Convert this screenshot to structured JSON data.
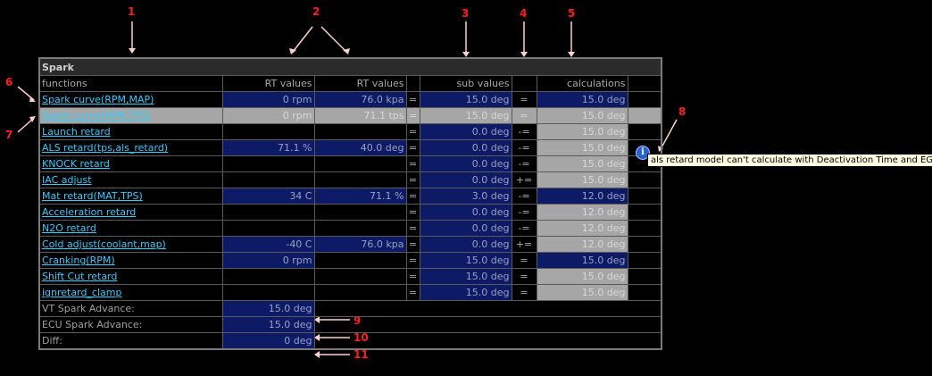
{
  "callouts": [
    "1",
    "2",
    "3",
    "4",
    "5",
    "6",
    "7",
    "8",
    "9",
    "10",
    "11"
  ],
  "table": {
    "title": "Spark",
    "headers": [
      "functions",
      "RT values",
      "RT values",
      "sub values",
      "calculations"
    ],
    "rows": [
      {
        "label": "Spark curve(RPM,MAP)",
        "link": true,
        "rt1": "0 rpm",
        "rt2": "76.0 kpa",
        "eq": "=",
        "sub": "15.0 deg",
        "op": "=",
        "calc": "15.0 deg",
        "c1": "blue",
        "c2": "blue",
        "cs": "blue",
        "cc": "blue"
      },
      {
        "label": "Spark curve(RPM,TPS)",
        "link": true,
        "rt1": "0 rpm",
        "rt2": "71.1 tps",
        "eq": "=",
        "sub": "15.0 deg",
        "op": "=",
        "calc": "15.0 deg",
        "sel": true
      },
      {
        "label": "Launch retard",
        "link": true,
        "rt1": "",
        "rt2": "",
        "eq": "=",
        "sub": "0.0 deg",
        "op": "-=",
        "calc": "15.0 deg",
        "c1": "",
        "c2": "",
        "cs": "blue",
        "cc": "gray"
      },
      {
        "label": "ALS retard(tps,als_retard)",
        "link": true,
        "rt1": "71.1 %",
        "rt2": "40.0 deg",
        "eq": "=",
        "sub": "0.0 deg",
        "op": "-=",
        "calc": "15.0 deg",
        "c1": "blue",
        "c2": "blue",
        "cs": "blue",
        "cc": "gray"
      },
      {
        "label": "KNOCK retard",
        "link": true,
        "rt1": "",
        "rt2": "",
        "eq": "=",
        "sub": "0.0 deg",
        "op": "-=",
        "calc": "15.0 deg",
        "c1": "",
        "c2": "",
        "cs": "blue",
        "cc": "gray"
      },
      {
        "label": "IAC adjust",
        "link": true,
        "rt1": "",
        "rt2": "",
        "eq": "=",
        "sub": "0.0 deg",
        "op": "+=",
        "calc": "15.0 deg",
        "c1": "",
        "c2": "",
        "cs": "blue",
        "cc": "gray"
      },
      {
        "label": "Mat retard(MAT,TPS)",
        "link": true,
        "rt1": "34 C",
        "rt2": "71.1 %",
        "eq": "=",
        "sub": "3.0 deg",
        "op": "-=",
        "calc": "12.0 deg",
        "c1": "blue",
        "c2": "blue",
        "cs": "blue",
        "cc": "blue"
      },
      {
        "label": "Acceleration retard",
        "link": true,
        "rt1": "",
        "rt2": "",
        "eq": "=",
        "sub": "0.0 deg",
        "op": "-=",
        "calc": "12.0 deg",
        "c1": "",
        "c2": "",
        "cs": "blue",
        "cc": "gray"
      },
      {
        "label": "N2O retard",
        "link": true,
        "rt1": "",
        "rt2": "",
        "eq": "=",
        "sub": "0.0 deg",
        "op": "-=",
        "calc": "12.0 deg",
        "c1": "",
        "c2": "",
        "cs": "blue",
        "cc": "gray"
      },
      {
        "label": "Cold adjust(coolant,map)",
        "link": true,
        "rt1": "-40 C",
        "rt2": "76.0 kpa",
        "eq": "=",
        "sub": "0.0 deg",
        "op": "+=",
        "calc": "12.0 deg",
        "c1": "blue",
        "c2": "blue",
        "cs": "blue",
        "cc": "gray"
      },
      {
        "label": "Cranking(RPM)",
        "link": true,
        "rt1": "0 rpm",
        "rt2": "",
        "eq": "=",
        "sub": "15.0 deg",
        "op": "=",
        "calc": "15.0 deg",
        "c1": "blue",
        "c2": "",
        "cs": "blue",
        "cc": "blue"
      },
      {
        "label": "Shift Cut retard",
        "link": true,
        "rt1": "",
        "rt2": "",
        "eq": "=",
        "sub": "15.0 deg",
        "op": "=",
        "calc": "15.0 deg",
        "c1": "",
        "c2": "",
        "cs": "blue",
        "cc": "gray"
      },
      {
        "label": "ignretard_clamp",
        "link": true,
        "rt1": "",
        "rt2": "",
        "eq": "=",
        "sub": "15.0 deg",
        "op": "=",
        "calc": "15.0 deg",
        "c1": "",
        "c2": "",
        "cs": "blue",
        "cc": "gray"
      }
    ],
    "summary": [
      {
        "label": "VT Spark Advance:",
        "value": "15.0 deg"
      },
      {
        "label": "ECU Spark Advance:",
        "value": "15.0 deg"
      },
      {
        "label": "Diff:",
        "value": "0 deg"
      }
    ]
  },
  "tooltip": "als retard model can't calculate with Deactivation Time and EGT",
  "info_icon_glyph": "i"
}
